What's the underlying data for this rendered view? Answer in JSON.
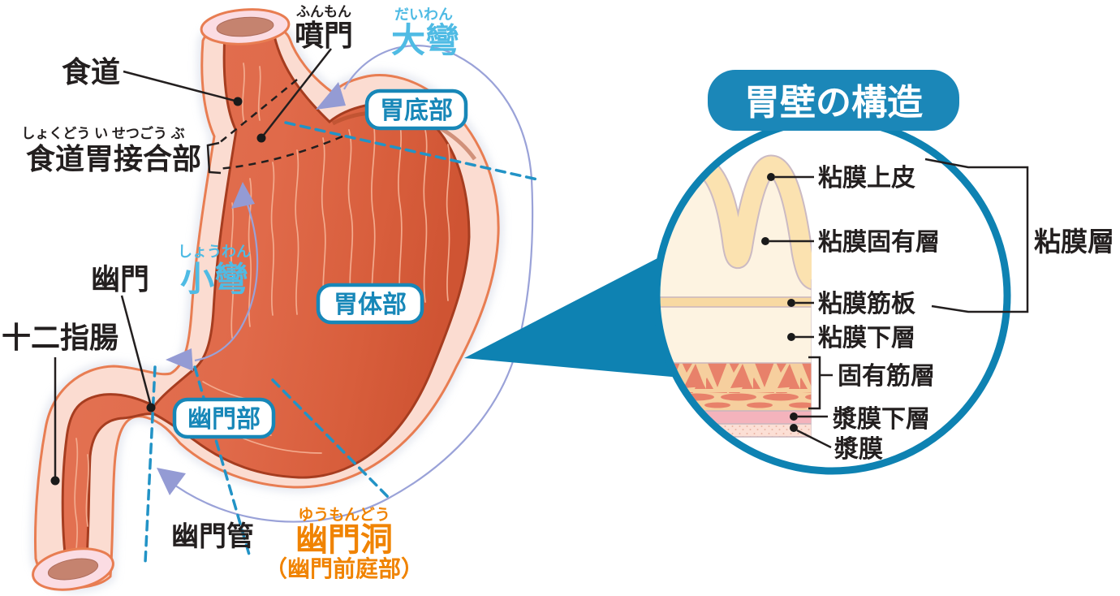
{
  "colors": {
    "accent_blue": "#1787b8",
    "deep_blue": "#0e82b2",
    "dash_blue": "#2293c6",
    "light_blue_text": "#4fbbe4",
    "lavender_arrow": "#9aa2d8",
    "orange_text": "#f08300",
    "stomach_red": "#e06a4b",
    "wall_pink": "#fbdcd1",
    "wall_outline": "#e87d52",
    "mucosa_tan": "#fbe2b0",
    "mucosa_cream": "#fdf3e1",
    "muscle_salmon": "#e8816a",
    "subserosa_pink": "#f4b3bc",
    "serosa_pink": "#fcdfd5"
  },
  "stomach": {
    "esophagus_label": "食道",
    "cardia_furigana": "ふんもん",
    "cardia_label": "噴門",
    "greater_curvature_furigana": "だいわん",
    "greater_curvature_label": "大彎",
    "junction_furigana": "しょくどう い せつごう ぶ",
    "junction_label": "食道胃接合部",
    "lesser_curvature_furigana": "しょうわん",
    "lesser_curvature_label": "小彎",
    "pylorus_label": "幽門",
    "duodenum_label": "十二指腸",
    "pyloric_canal_label": "幽門管",
    "antrum_furigana": "ゆうもんどう",
    "antrum_label": "幽門洞",
    "antrum_sub_label": "（幽門前庭部）",
    "region_badges": [
      {
        "label": "胃底部"
      },
      {
        "label": "胃体部"
      },
      {
        "label": "幽門部"
      }
    ]
  },
  "wall_inset": {
    "title": "胃壁の構造",
    "layer_labels": [
      "粘膜上皮",
      "粘膜固有層",
      "粘膜筋板",
      "粘膜下層",
      "固有筋層",
      "漿膜下層",
      "漿膜"
    ],
    "group_label": "粘膜層"
  }
}
